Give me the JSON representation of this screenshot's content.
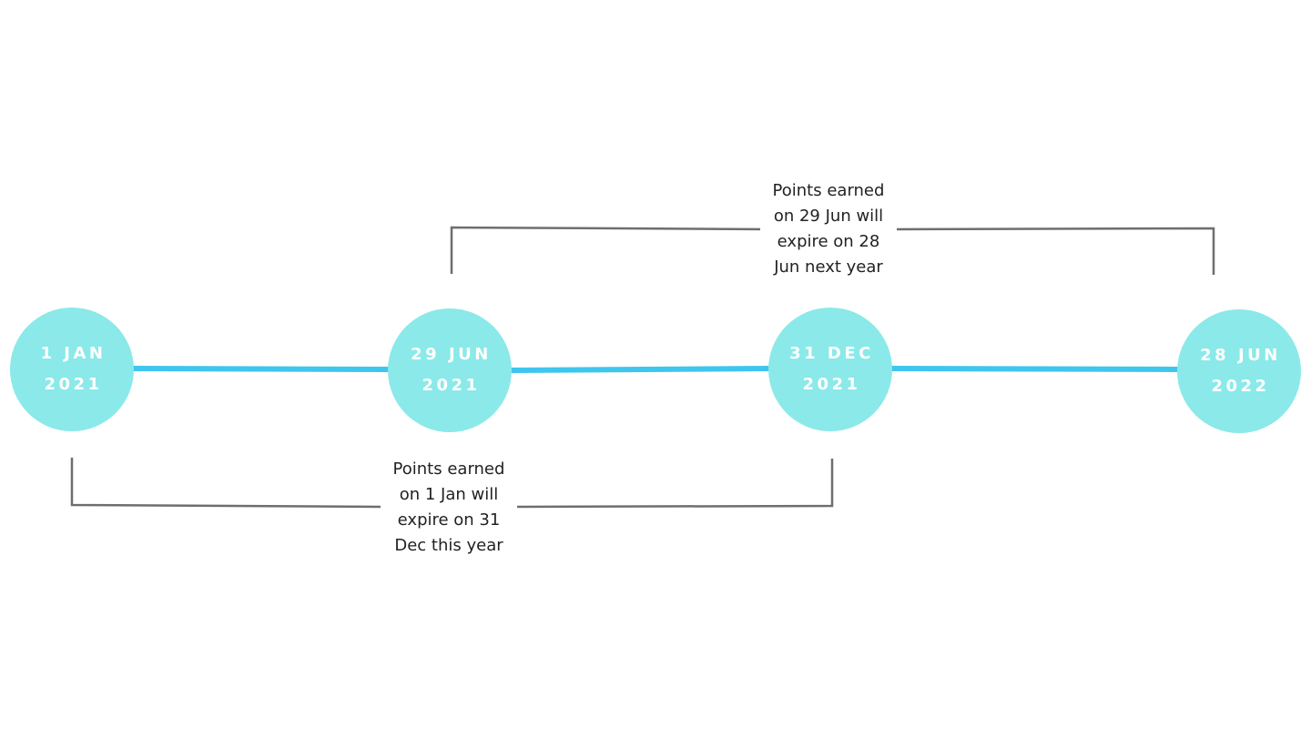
{
  "dates": [
    {
      "day": "1 JAN",
      "year": "2021"
    },
    {
      "day": "29 JUN",
      "year": "2021"
    },
    {
      "day": "31 DEC",
      "year": "2021"
    },
    {
      "day": "28 JUN",
      "year": "2022"
    }
  ],
  "notes": {
    "jun_expiry": [
      "Points earned",
      "on 29 Jun will",
      "expire on 28",
      "Jun next year"
    ],
    "jan_expiry": [
      "Points earned",
      "on 1 Jan will",
      "expire on 31",
      "Dec this year"
    ]
  },
  "colors": {
    "timeline": "#3ec6ee",
    "circle": "#8be9e9",
    "bracket": "#6e6e6e"
  }
}
